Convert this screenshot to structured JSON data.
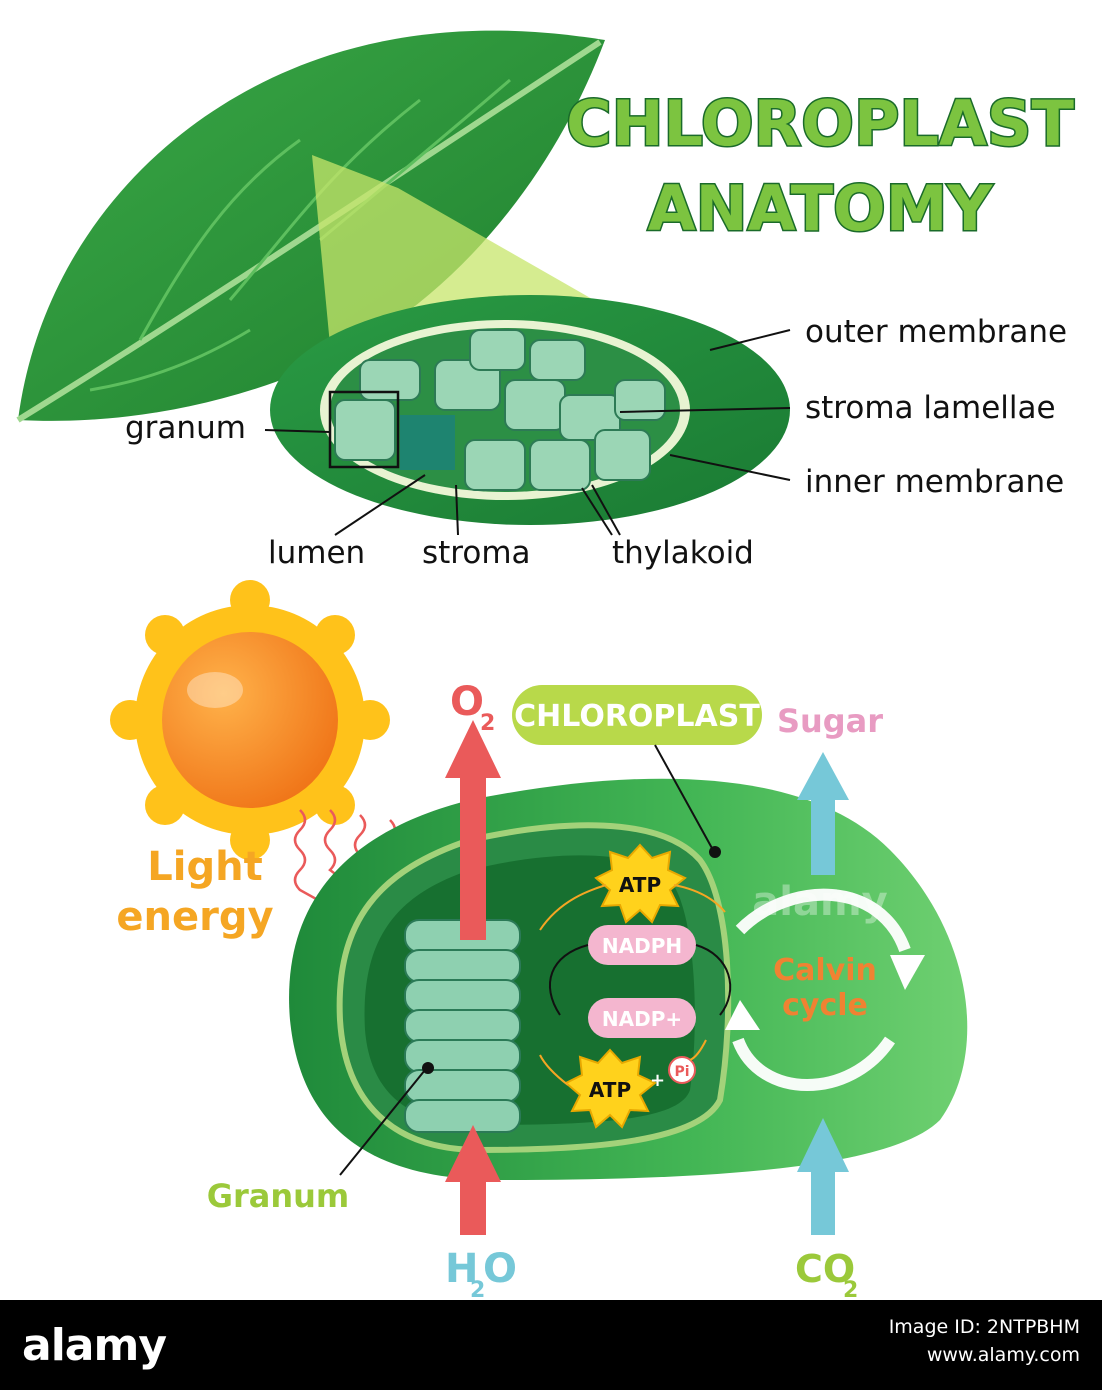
{
  "title": {
    "line1": "CHLOROPLAST",
    "line2": "ANATOMY"
  },
  "anatomy_labels": {
    "outer_membrane": "outer membrane",
    "stroma_lamellae": "stroma lamellae",
    "inner_membrane": "inner membrane",
    "granum": "granum",
    "lumen": "lumen",
    "stroma": "stroma",
    "thylakoid": "thylakoid"
  },
  "process_labels": {
    "o2": "O",
    "o2_sub": "2",
    "chloroplast": "CHLOROPLAST",
    "sugar": "Sugar",
    "light_energy_1": "Light",
    "light_energy_2": "energy",
    "atp_top": "ATP",
    "nadph": "NADPH",
    "nadp_plus": "NADP+",
    "atp_bottom": "ATP",
    "plus": "+",
    "pi": "Pi",
    "calvin_1": "Calvin",
    "calvin_2": "cycle",
    "granum": "Granum",
    "h2o_h": "H",
    "h2o_sub": "2",
    "h2o_o": "O",
    "co2": "CO",
    "co2_sub": "2",
    "watermark": "alamy"
  },
  "footer": {
    "brand": "alamy",
    "image_id": "Image ID: 2NTPBHM",
    "site": "www.alamy.com"
  },
  "colors": {
    "leaf": "#2f9e3c",
    "chloroplast_dark": "#1f8a3a",
    "chloroplast_light": "#5cc466",
    "granum": "#7cc8a6",
    "title_green": "#7cc440",
    "title_outline": "#1a6b2a",
    "o2_arrow": "#ea5a5a",
    "sugar_arrow": "#76c8d8",
    "sun": "#f4831f",
    "sun_rays": "#ffc21a",
    "light_text": "#f5a623",
    "calvin_text": "#f08232",
    "granum_text": "#9bc93a",
    "nadph_pill": "#f4b6cf",
    "sugar_text": "#e89bc2",
    "chloroplast_pill": "#b8d94a"
  }
}
